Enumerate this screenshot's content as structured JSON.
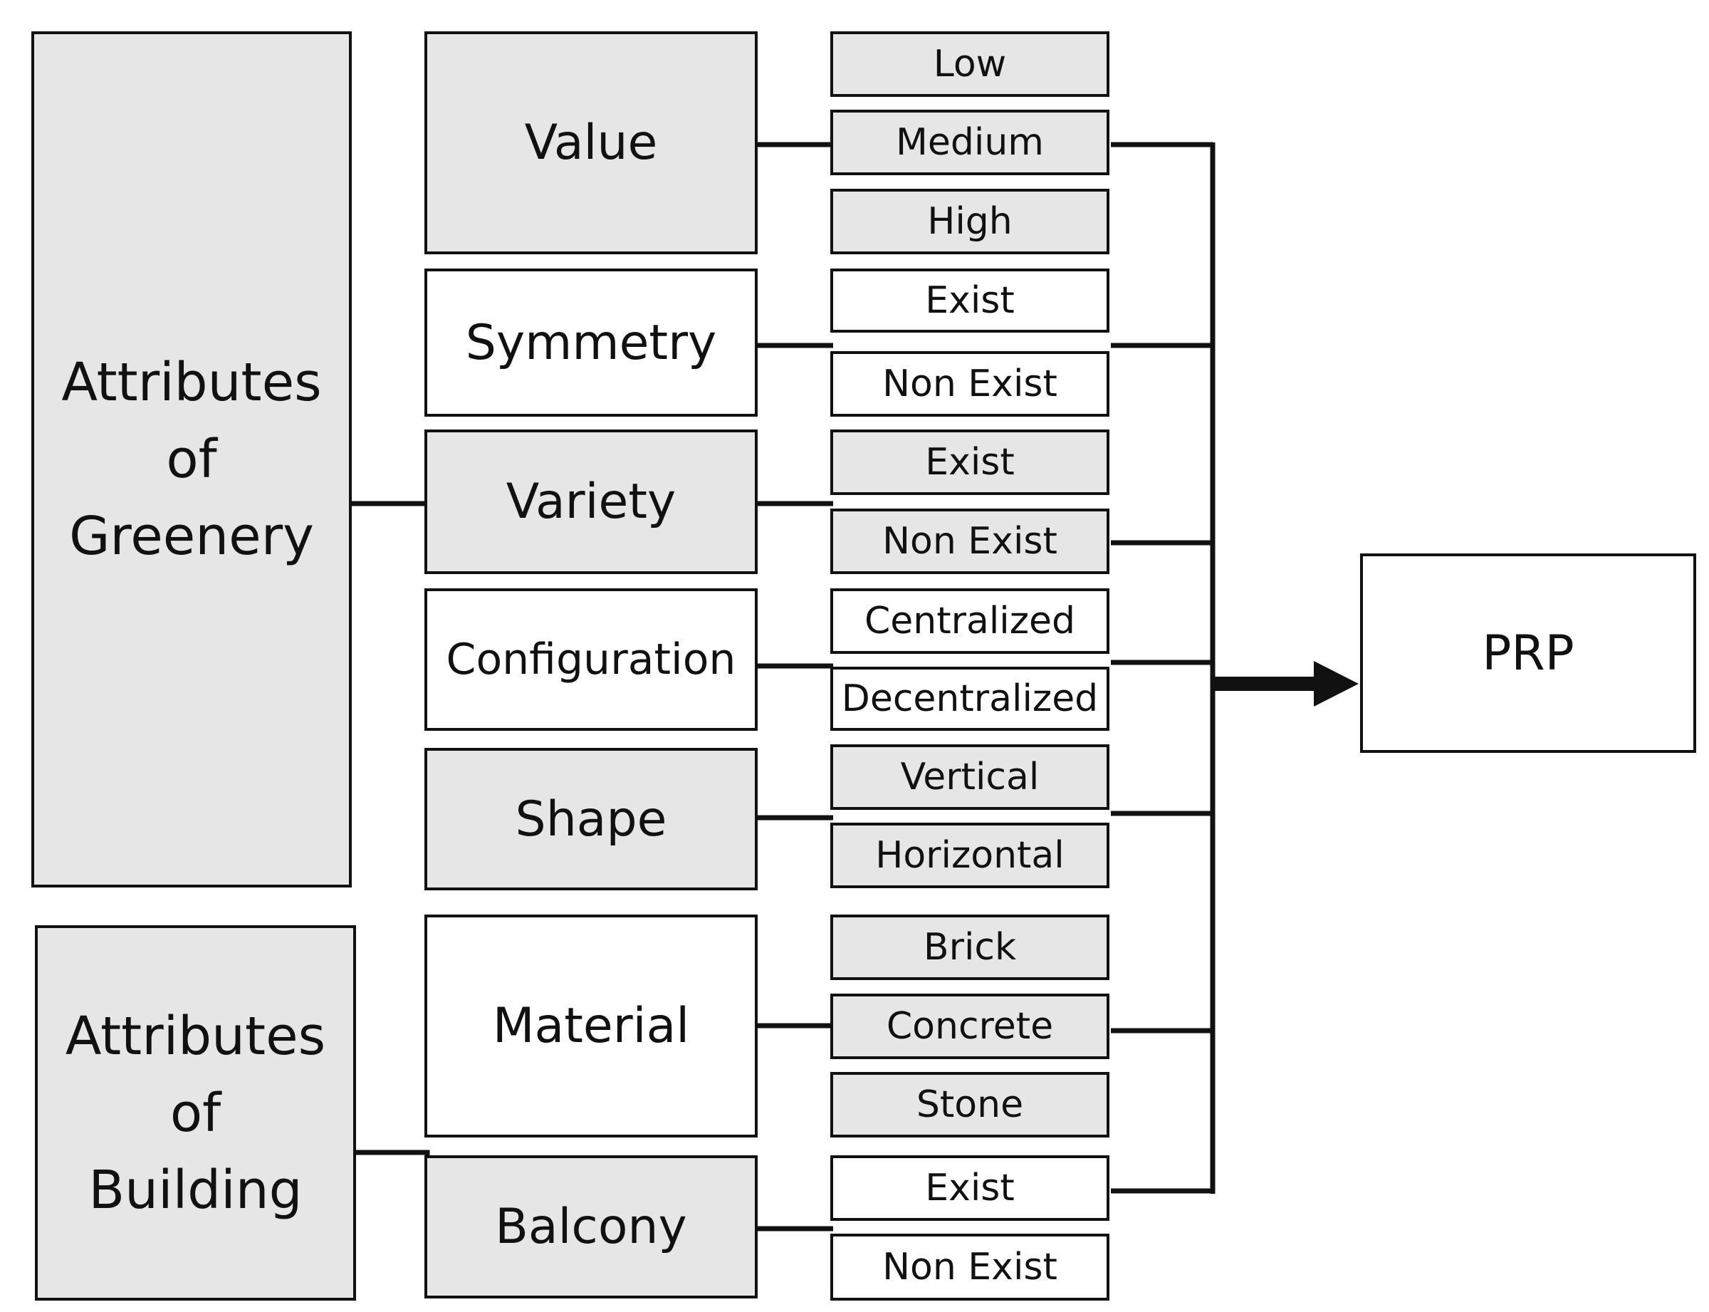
{
  "categories": [
    {
      "label": "Attributes\nof\nGreenery"
    },
    {
      "label": "Attributes\nof\nBuilding"
    }
  ],
  "attributes": [
    {
      "label": "Value",
      "options": [
        "Low",
        "Medium",
        "High"
      ]
    },
    {
      "label": "Symmetry",
      "options": [
        "Exist",
        "Non Exist"
      ]
    },
    {
      "label": "Variety",
      "options": [
        "Exist",
        "Non Exist"
      ]
    },
    {
      "label": "Configuration",
      "options": [
        "Centralized",
        "Decentralized"
      ]
    },
    {
      "label": "Shape",
      "options": [
        "Vertical",
        "Horizontal"
      ]
    },
    {
      "label": "Material",
      "options": [
        "Brick",
        "Concrete",
        "Stone"
      ]
    },
    {
      "label": "Balcony",
      "options": [
        "Exist",
        "Non Exist"
      ]
    }
  ],
  "output": {
    "label": "PRP"
  },
  "colors": {
    "box_fill_gray": "#e6e6e6",
    "box_fill_white": "#ffffff",
    "line": "#111111"
  }
}
